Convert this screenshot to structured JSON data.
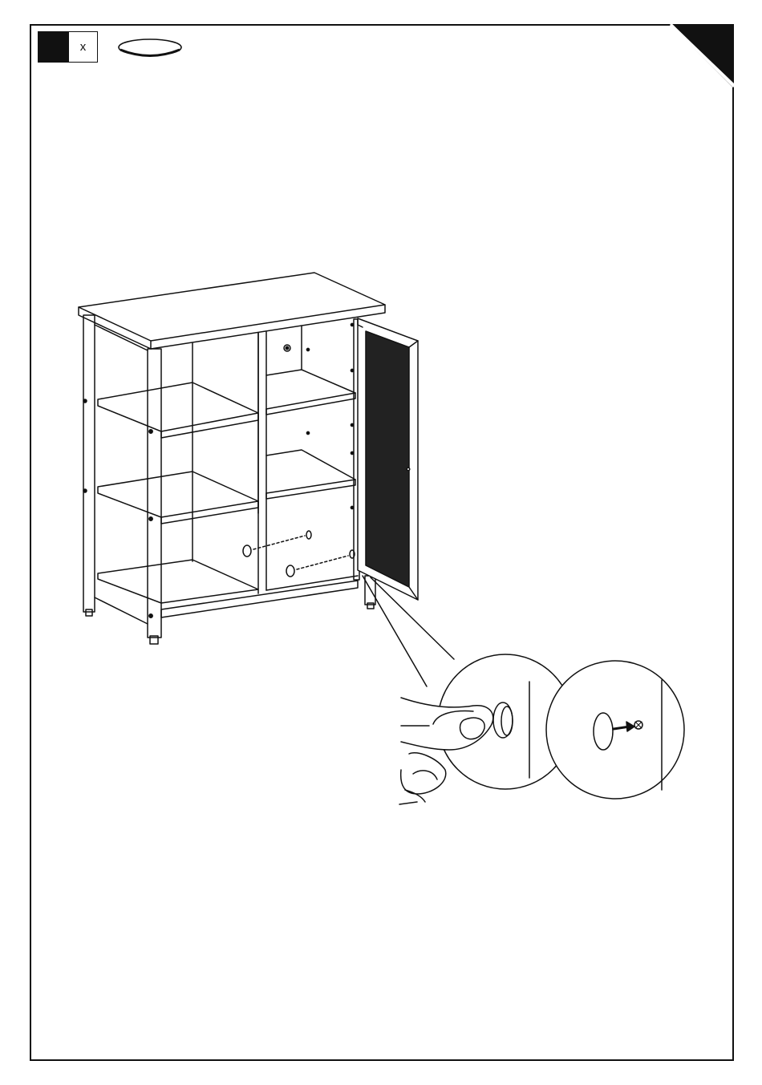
{
  "page": {
    "part_callout": {
      "quantity_label": "x",
      "part_icon": "oval-magnet-plate-icon"
    },
    "illustration": {
      "subject": "cabinet-with-open-mesh-door",
      "detail_views": [
        "press-magnet-detail",
        "magnet-insert-detail"
      ],
      "line_color": "#111111",
      "background": "#ffffff"
    },
    "corner_tab_color": "#111111"
  }
}
